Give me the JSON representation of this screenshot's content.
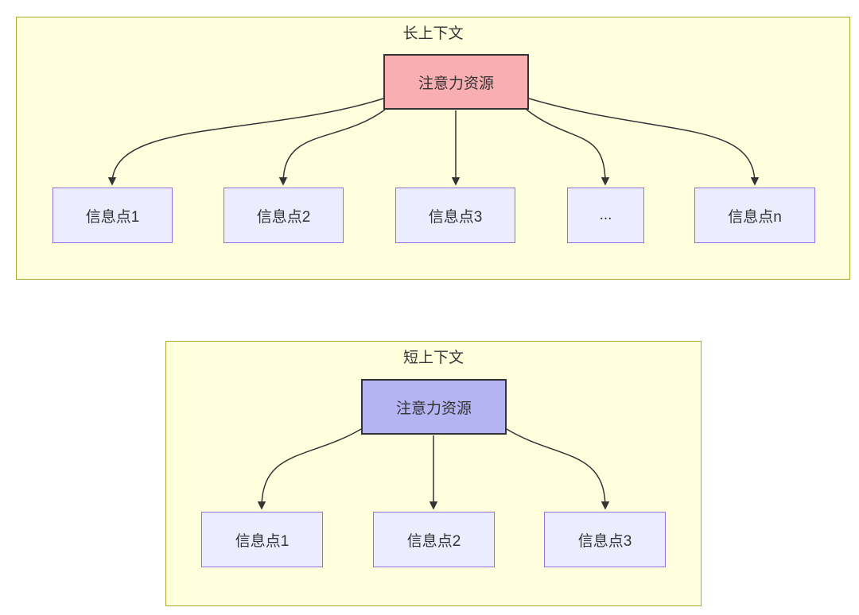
{
  "long": {
    "title": "长上下文",
    "root": {
      "label": "注意力资源",
      "fill": "#f9aeb2"
    },
    "nodes": [
      {
        "label": "信息点1"
      },
      {
        "label": "信息点2"
      },
      {
        "label": "信息点3"
      },
      {
        "label": "..."
      },
      {
        "label": "信息点n"
      }
    ]
  },
  "short": {
    "title": "短上下文",
    "root": {
      "label": "注意力资源",
      "fill": "#b5b4f2"
    },
    "nodes": [
      {
        "label": "信息点1"
      },
      {
        "label": "信息点2"
      },
      {
        "label": "信息点3"
      }
    ]
  },
  "colors": {
    "container_fill": "#ffffde",
    "container_border": "#aaaa33",
    "node_fill": "#ececff",
    "node_border": "#9370db",
    "root_border": "#333333",
    "edge": "#333333",
    "text": "#333333"
  }
}
